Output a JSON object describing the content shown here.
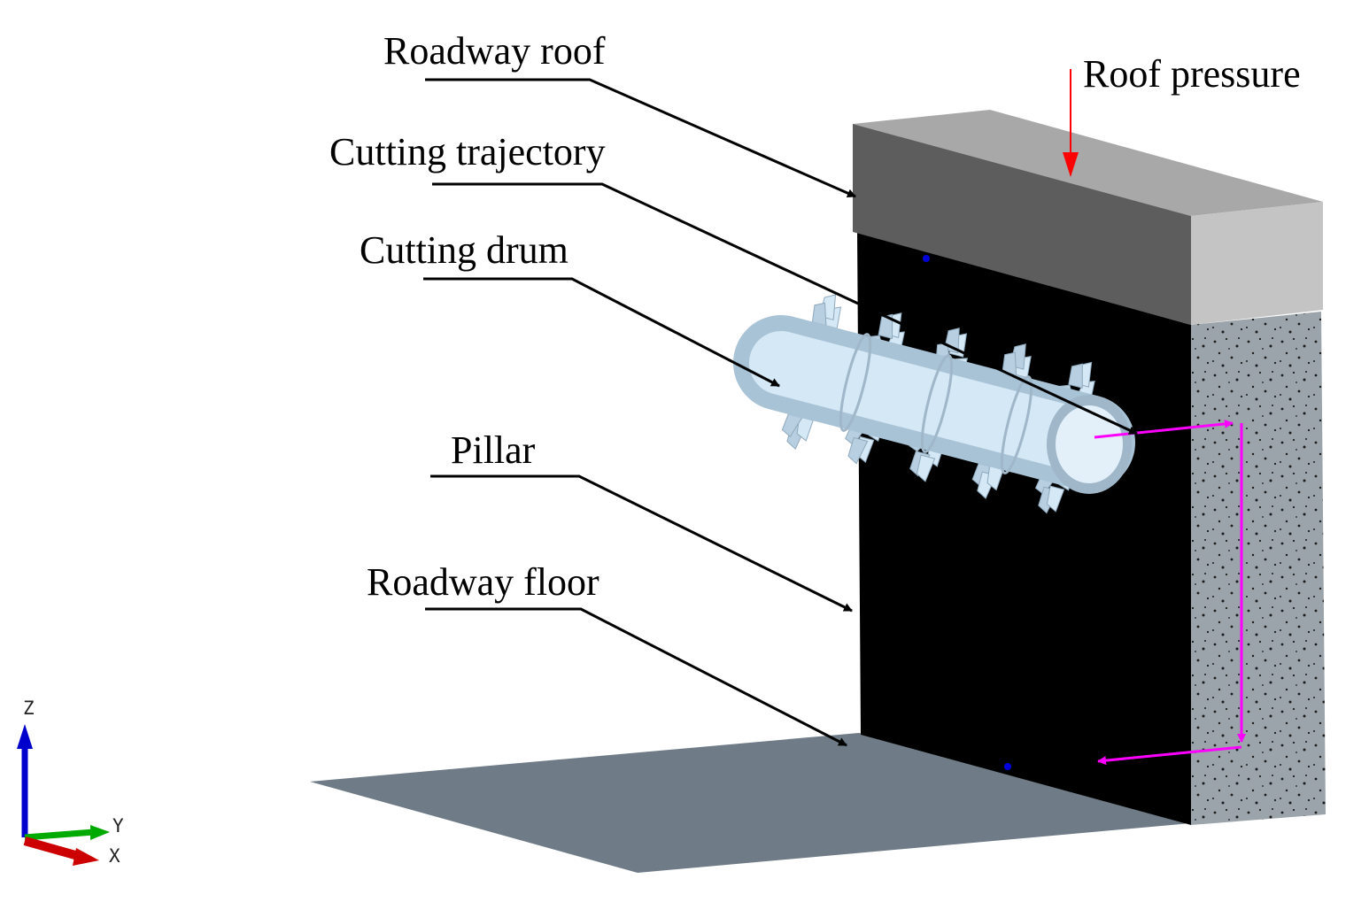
{
  "labels": {
    "roadway_roof": "Roadway roof",
    "roof_pressure": "Roof pressure",
    "cutting_trajectory": "Cutting trajectory",
    "cutting_drum": "Cutting drum",
    "pillar": "Pillar",
    "roadway_floor": "Roadway floor"
  },
  "axes": {
    "z": "Z",
    "y": "Y",
    "x": "X"
  },
  "colors": {
    "roof_front": "#5d5d5d",
    "roof_top": "#a8a8a8",
    "roof_side": "#c4c4c4",
    "pillar_face": "#000000",
    "pillar_side": "#9aa4aa",
    "floor": "#6f7c87",
    "drum": "#d4e8f6",
    "drum_shade": "#a9c3d6",
    "trajectory": "#ff00ff",
    "roof_pressure_arrow": "#ff0000",
    "axis_z": "#0000cc",
    "axis_y": "#00aa00",
    "axis_x": "#cc0000"
  }
}
